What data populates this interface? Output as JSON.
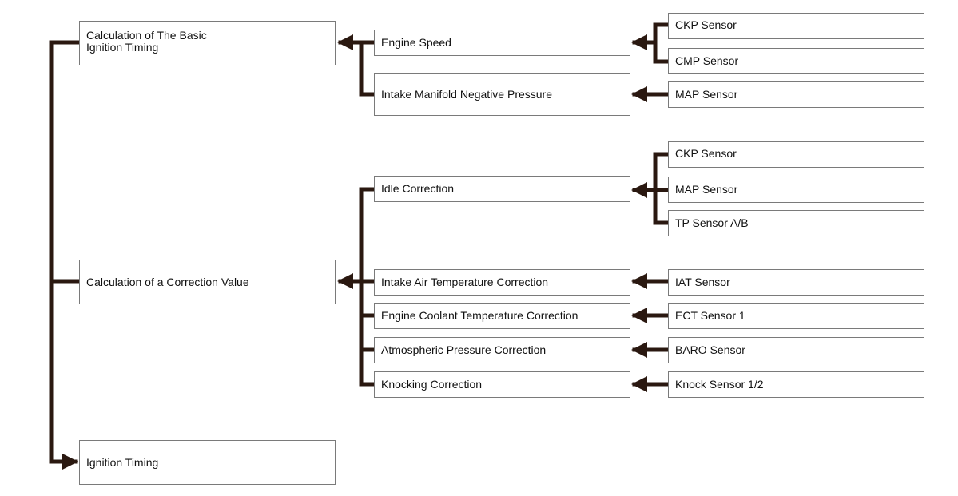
{
  "calculations": {
    "basic_timing": "Calculation of The Basic\nIgnition Timing",
    "correction_value": "Calculation of a Correction Value",
    "ignition_timing": "Ignition Timing"
  },
  "basic_inputs": {
    "engine_speed": "Engine Speed",
    "intake_manifold": "Intake Manifold Negative Pressure"
  },
  "corrections": {
    "idle": "Idle Correction",
    "intake_air_temp": "Intake Air Temperature Correction",
    "coolant_temp": "Engine Coolant Temperature Correction",
    "atmospheric": "Atmospheric Pressure Correction",
    "knocking": "Knocking Correction"
  },
  "sensors": {
    "ckp_1": "CKP Sensor",
    "cmp": "CMP Sensor",
    "map_1": "MAP Sensor",
    "ckp_2": "CKP Sensor",
    "map_2": "MAP Sensor",
    "tp": "TP Sensor A/B",
    "iat": "IAT Sensor",
    "ect": "ECT Sensor 1",
    "baro": "BARO Sensor",
    "knock": "Knock Sensor 1/2"
  },
  "colors": {
    "connector": "#2a1810",
    "border": "#7a7a7a",
    "text": "#111111"
  }
}
